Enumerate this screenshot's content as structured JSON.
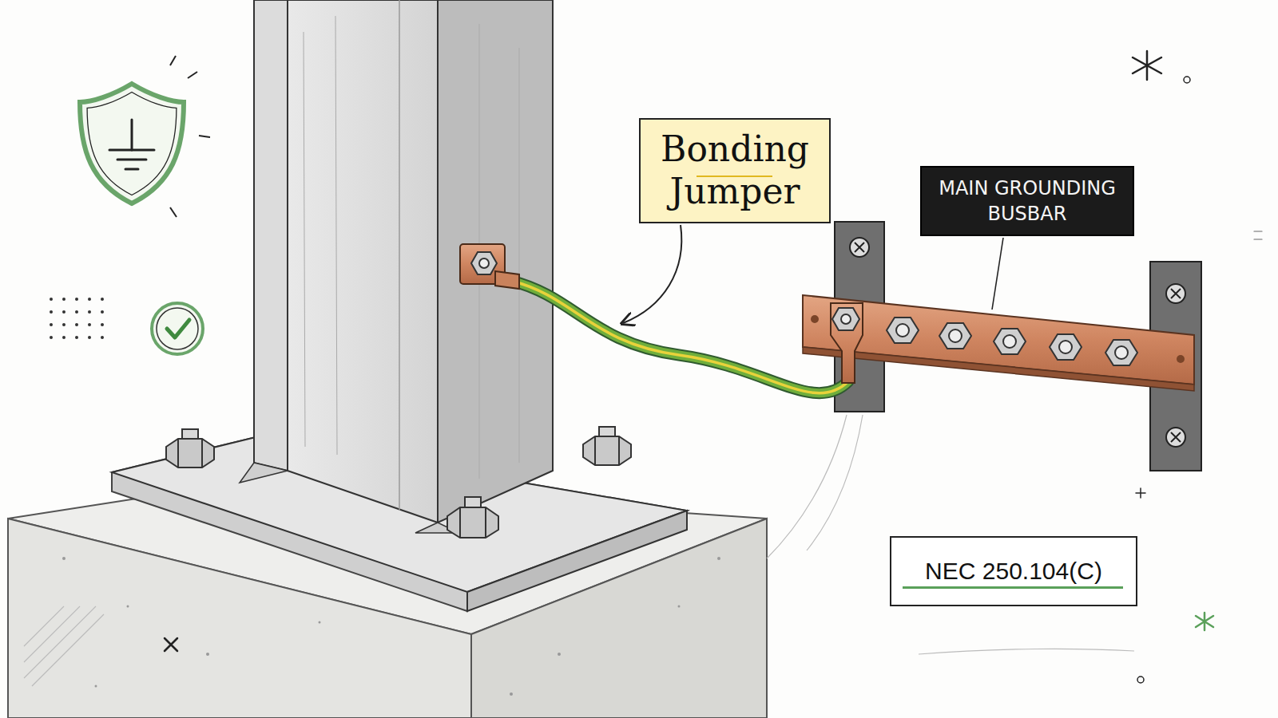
{
  "diagram": {
    "nodes": [
      {
        "text": [
          "Bonding Jumper"
        ]
      },
      {
        "text": [
          "MAIN GROUNDING BUSBAR"
        ]
      },
      {
        "text": [
          "NEC 250.104(C)"
        ]
      }
    ]
  }
}
